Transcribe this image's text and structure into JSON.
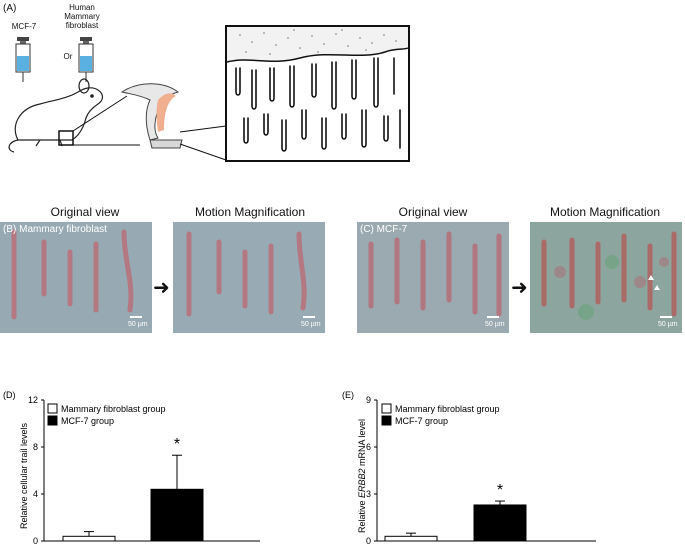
{
  "panelA": {
    "label": "(A)",
    "syringe_left": "MCF-7",
    "syringe_right": "Human Mammary fibroblast",
    "or_text": "Or"
  },
  "panelB": {
    "label": "(B)",
    "inner_label": "Mammary fibroblast",
    "title_left": "Original view",
    "title_right": "Motion Magnification",
    "scale": "50 µm"
  },
  "panelC": {
    "label": "(C)",
    "inner_label": "MCF-7",
    "title_left": "Original view",
    "title_right": "Motion Magnification",
    "scale": "50 µm"
  },
  "chart_data": [
    {
      "panel": "(D)",
      "type": "bar",
      "categories": [
        "Mammary fibroblast group",
        "MCF-7 group"
      ],
      "values": [
        0.4,
        4.4
      ],
      "errors": [
        0.4,
        2.9
      ],
      "significance": [
        "",
        "*"
      ],
      "ylabel": "Relative cellular trail levels",
      "ylim": [
        0,
        12
      ],
      "yticks": [
        0,
        4,
        8,
        12
      ],
      "legend": [
        "Mammary fibroblast group",
        "MCF-7 group"
      ],
      "colors": [
        "#ffffff",
        "#000000"
      ]
    },
    {
      "panel": "(E)",
      "type": "bar",
      "categories": [
        "Mammary fibroblast group",
        "MCF-7 group"
      ],
      "values": [
        0.3,
        2.3
      ],
      "errors": [
        0.2,
        0.25
      ],
      "significance": [
        "",
        "*"
      ],
      "ylabel_prefix": "Relative ",
      "ylabel_italic": "ERBB2",
      "ylabel_suffix": " mRNA level",
      "ylim": [
        0,
        9
      ],
      "yticks": [
        0,
        3,
        6,
        9
      ],
      "legend": [
        "Mammary fibroblast group",
        "MCF-7 group"
      ],
      "colors": [
        "#ffffff",
        "#000000"
      ]
    }
  ]
}
